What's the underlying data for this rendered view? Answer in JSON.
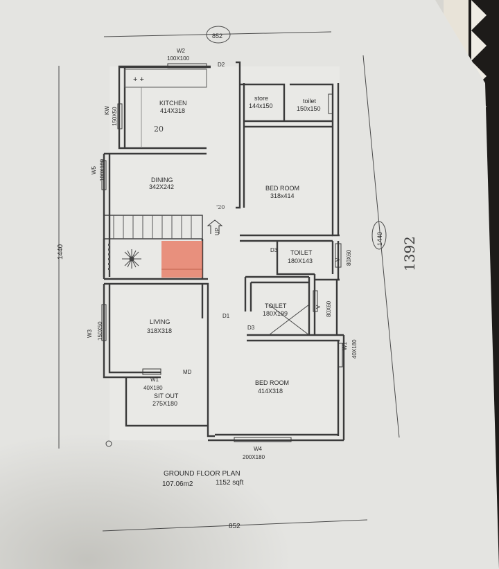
{
  "colors": {
    "paper": "#e4e4e1",
    "ink": "#3a3a3a",
    "highlight": "#e8806a",
    "floor": "#e9e9e6"
  },
  "plan": {
    "title": "GROUND FLOOR PLAN",
    "area_m2": "107.06m2",
    "area_sqft": "1152 sqft",
    "handwritten_number": "1392",
    "pencil_mark": "20",
    "pencil_mark_2": "'20",
    "dimensions": {
      "top": "852",
      "bottom": "852",
      "left": "1440",
      "right": "1440"
    }
  },
  "rooms": {
    "kitchen": {
      "name": "KITCHEN",
      "size": "414X318"
    },
    "dining": {
      "name": "DINING",
      "size": "342X242"
    },
    "store": {
      "name": "store",
      "size": "144x150"
    },
    "toilet_top": {
      "name": "toilet",
      "size": "150x150"
    },
    "bedroom_1": {
      "name": "BED ROOM",
      "size": "318x414"
    },
    "toilet_mid": {
      "name": "TOILET",
      "size": "180X143"
    },
    "toilet_low": {
      "name": "TOILET",
      "size": "180X199"
    },
    "living": {
      "name": "LIVING",
      "size": "318X318"
    },
    "bedroom_2": {
      "name": "BED ROOM",
      "size": "414X318"
    },
    "sitout": {
      "name": "SIT OUT",
      "size": "275X180"
    }
  },
  "openings": {
    "w2": {
      "name": "W2",
      "size": "100X100"
    },
    "d2": "D2",
    "kw": {
      "name": "KW",
      "size": "150X50"
    },
    "w5": {
      "name": "W5",
      "size": "100X180"
    },
    "up": "UP",
    "d3_a": "D3",
    "d3_b": "D3",
    "d1": "D1",
    "v1": "V",
    "v1_size": "80X60",
    "v2": "V",
    "v2_size": "80X60",
    "w3": {
      "name": "W3",
      "size": "150X50"
    },
    "w1_right": {
      "name": "W1",
      "size": "40X180"
    },
    "w1_front": {
      "name": "W1",
      "size": "40X180"
    },
    "md": "MD",
    "w4": {
      "name": "W4",
      "size": "200X180"
    }
  }
}
